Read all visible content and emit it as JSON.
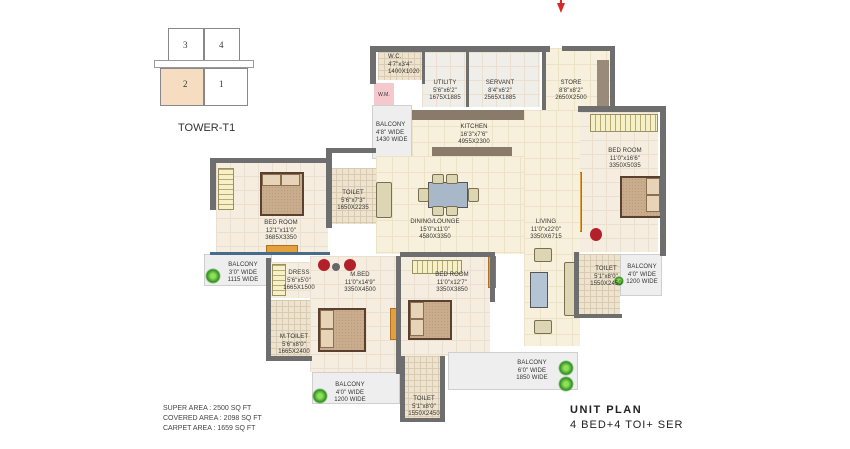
{
  "key_plan": {
    "tower_label": "TOWER-T1",
    "units": [
      "1",
      "2",
      "3",
      "4"
    ],
    "highlighted_unit": "2",
    "highlight_color": "#f6dcc0"
  },
  "entry_arrow": {
    "icon": "red-down-arrow",
    "color": "#d42a2a"
  },
  "rooms": {
    "wc": {
      "name": "W.C.",
      "size": "4'7\"x3'4\"",
      "mm": "1400X1020"
    },
    "wm": {
      "name": "W.M."
    },
    "utility": {
      "name": "UTILITY",
      "size": "5'6\"x6'2\"",
      "mm": "1675X1885"
    },
    "servant": {
      "name": "SERVANT",
      "size": "8'4\"x6'2\"",
      "mm": "2565X1885"
    },
    "store": {
      "name": "STORE",
      "size": "8'8\"x8'2\"",
      "mm": "2650X2500"
    },
    "balcony_kitchen": {
      "name": "BALCONY",
      "size": "4'8\" WIDE",
      "mm": "1430 WIDE"
    },
    "kitchen": {
      "name": "KITCHEN",
      "size": "16'3\"x7'6\"",
      "mm": "4955X2300"
    },
    "bedroom_right": {
      "name": "BED ROOM",
      "size": "11'0\"x16'6\"",
      "mm": "3350X5035"
    },
    "bedroom_left": {
      "name": "BED ROOM",
      "size": "12'1\"x11'0\"",
      "mm": "3685X3350"
    },
    "toilet_left": {
      "name": "TOILET",
      "size": "5'6\"x7'3\"",
      "mm": "1650X2235"
    },
    "dining": {
      "name": "DINING/LOUNGE",
      "size": "15'0\"x11'0\"",
      "mm": "4580X3350"
    },
    "living": {
      "name": "LIVING",
      "size": "11'0\"x22'0\"",
      "mm": "3350X6715"
    },
    "balcony_left": {
      "name": "BALCONY",
      "size": "3'0\" WIDE",
      "mm": "1115 WIDE"
    },
    "dress": {
      "name": "DRESS",
      "size": "5'6\"x5'0\"",
      "mm": "1665X1500"
    },
    "mtoilet": {
      "name": "M.TOILET",
      "size": "5'6\"x8'0\"",
      "mm": "1665X2400"
    },
    "mbed": {
      "name": "M.BED",
      "size": "11'0\"x14'9\"",
      "mm": "3350X4500"
    },
    "bedroom_mid": {
      "name": "BED ROOM",
      "size": "11'0\"x12'7\"",
      "mm": "3350X3850"
    },
    "toilet_right": {
      "name": "TOILET",
      "size": "5'1\"x8'0\"",
      "mm": "1550X2450"
    },
    "balcony_right": {
      "name": "BALCONY",
      "size": "4'0\" WIDE",
      "mm": "1200 WIDE"
    },
    "balcony_bottom_left": {
      "name": "BALCONY",
      "size": "4'0\" WIDE",
      "mm": "1200 WIDE"
    },
    "toilet_bottom": {
      "name": "TOILET",
      "size": "5'1\"x8'0\"",
      "mm": "1550X2450"
    },
    "balcony_bottom_right": {
      "name": "BALCONY",
      "size": "6'0\" WIDE",
      "mm": "1850 WIDE"
    }
  },
  "areas": [
    "SUPER AREA : 2500 SQ FT",
    "COVERED AREA : 2098 SQ FT",
    "CARPET AREA : 1659 SQ FT"
  ],
  "title": {
    "heading": "UNIT PLAN",
    "subheading": "4 BED+4 TOI+ SER"
  }
}
